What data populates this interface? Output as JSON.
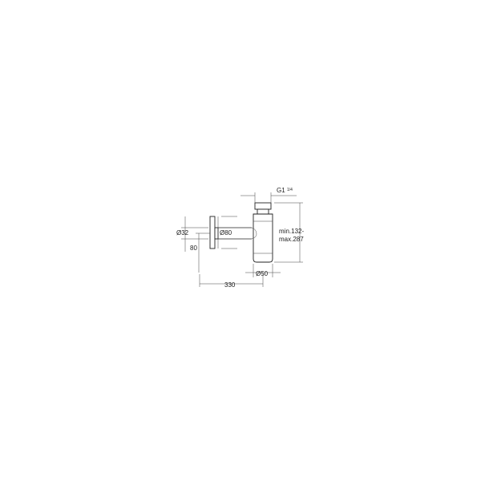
{
  "drawing": {
    "labels": {
      "thread": "G1",
      "thread_fraction": "1/4",
      "wall_pipe_diameter": "Ø32",
      "rosette_diameter": "Ø80",
      "height_range_line1": "min.132-",
      "height_range_line2": "max.287",
      "offset_height": "80",
      "body_diameter": "Ø50",
      "projection_length": "330"
    }
  }
}
